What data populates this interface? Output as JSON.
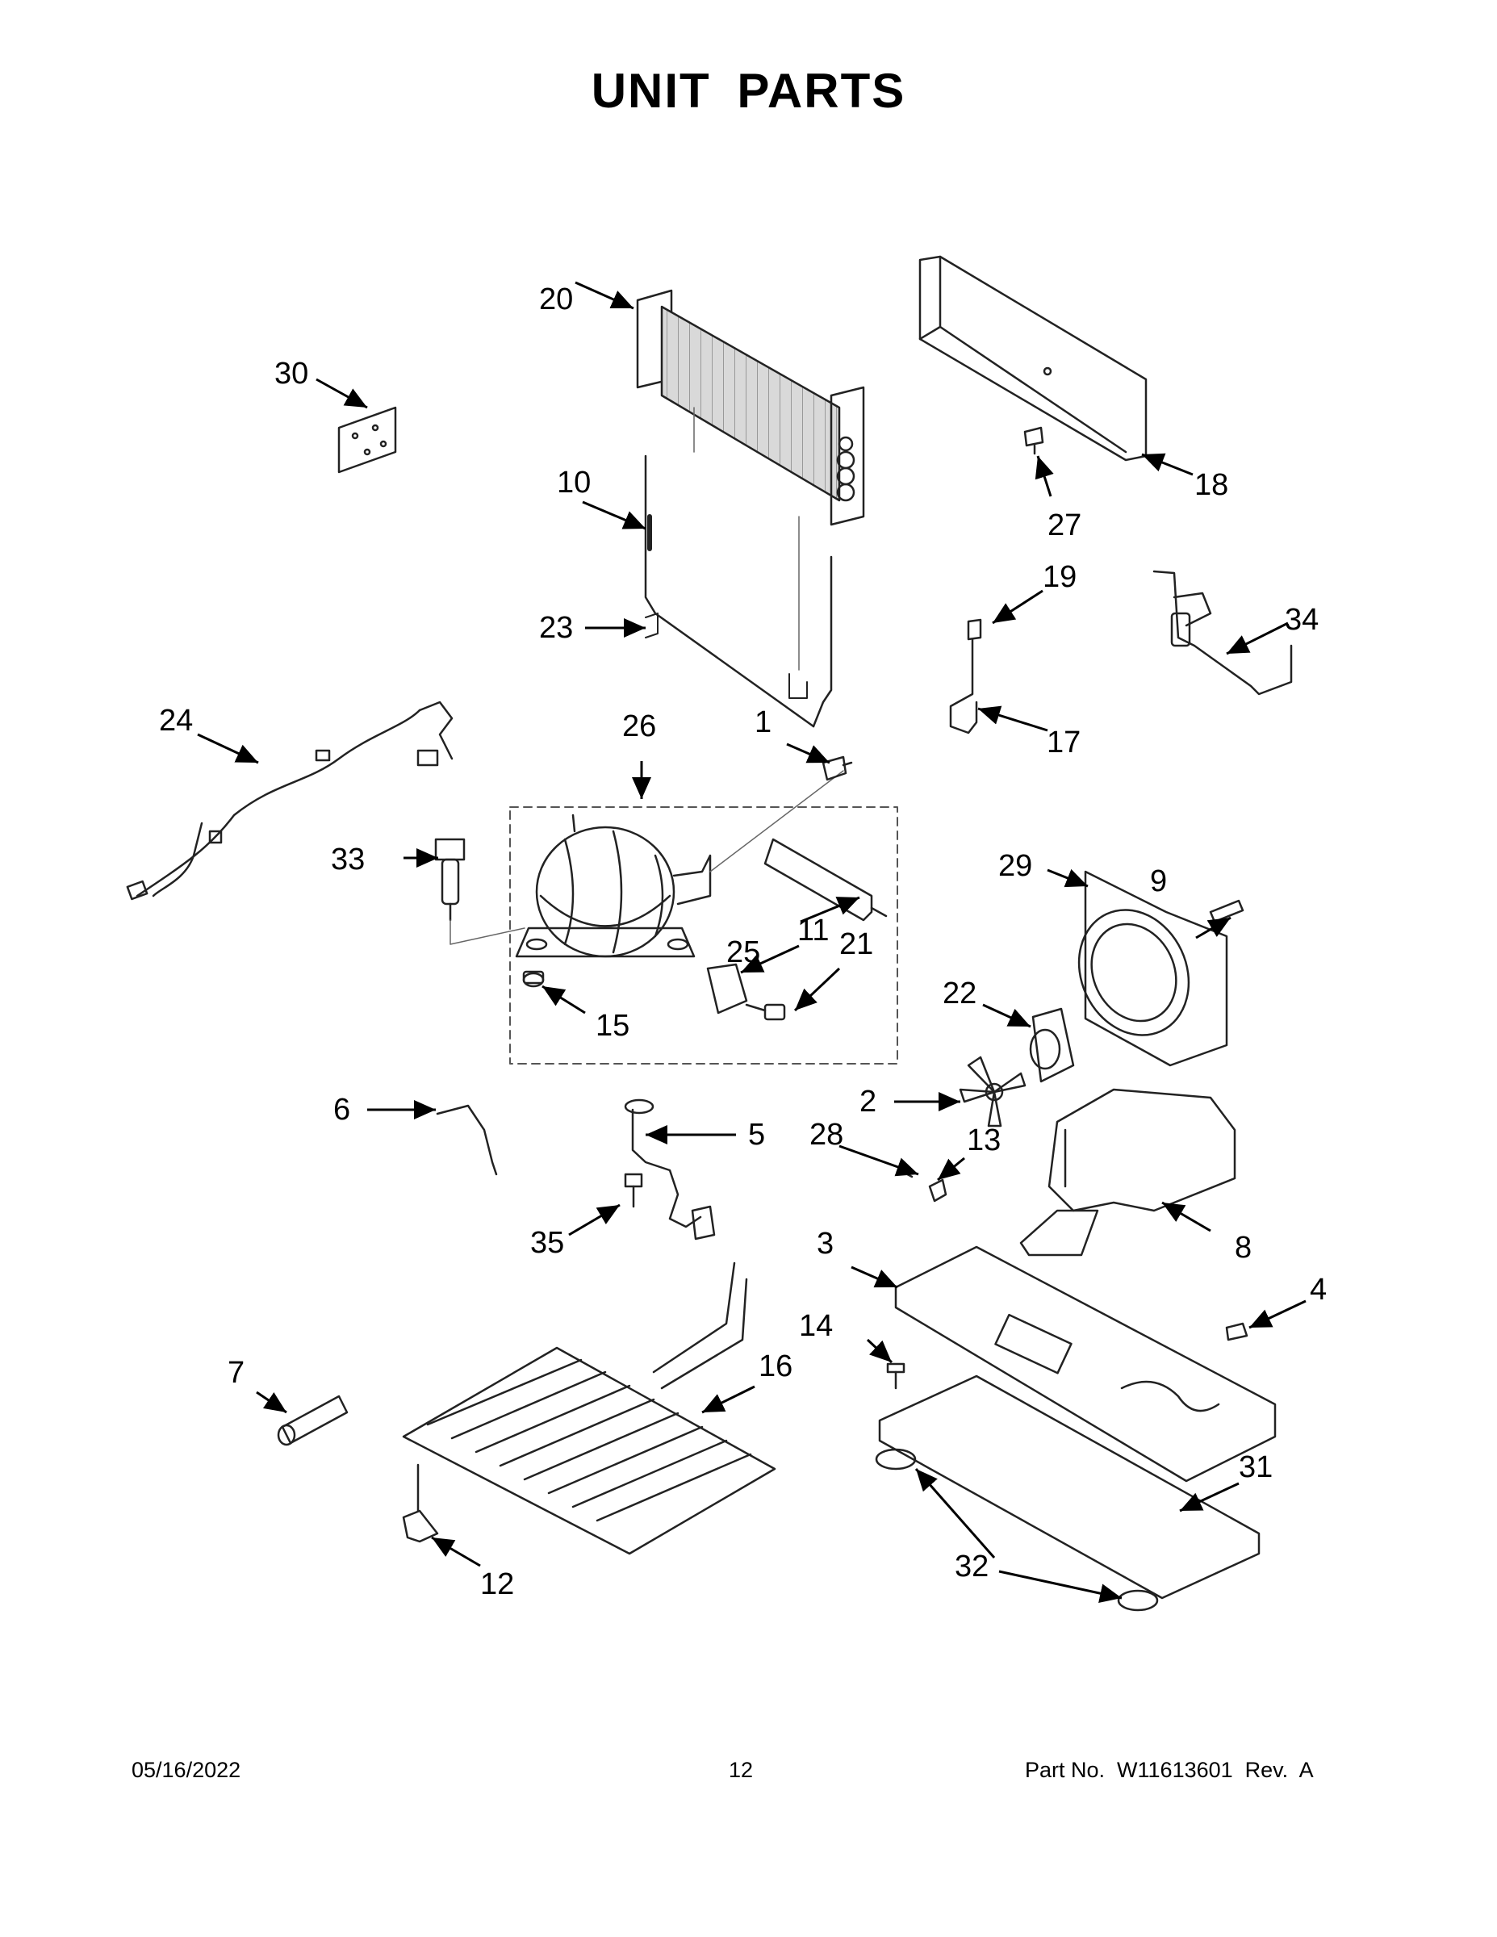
{
  "title": "UNIT  PARTS",
  "callouts": [
    "1",
    "2",
    "3",
    "4",
    "5",
    "6",
    "7",
    "8",
    "9",
    "10",
    "11",
    "12",
    "13",
    "14",
    "15",
    "16",
    "17",
    "19",
    "18",
    "20",
    "21",
    "22",
    "23",
    "24",
    "25",
    "26",
    "27",
    "28",
    "29",
    "30",
    "31",
    "32",
    "33",
    "34",
    "35"
  ],
  "footer": {
    "date": "05/16/2022",
    "page": "12",
    "part": "Part No.  W11613601  Rev.  A"
  }
}
